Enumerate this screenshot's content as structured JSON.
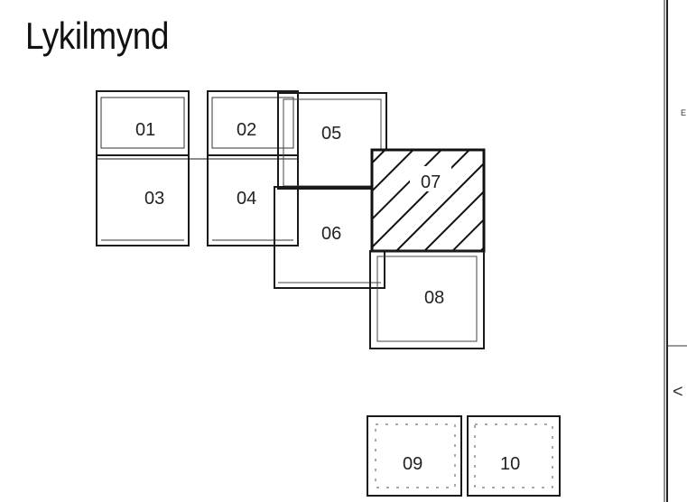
{
  "title": "Lykilmynd",
  "sheets": [
    {
      "id": "01",
      "highlighted": false
    },
    {
      "id": "02",
      "highlighted": false
    },
    {
      "id": "03",
      "highlighted": false
    },
    {
      "id": "04",
      "highlighted": false
    },
    {
      "id": "05",
      "highlighted": false
    },
    {
      "id": "06",
      "highlighted": false
    },
    {
      "id": "07",
      "highlighted": true
    },
    {
      "id": "08",
      "highlighted": false
    },
    {
      "id": "09",
      "highlighted": false
    },
    {
      "id": "10",
      "highlighted": false
    }
  ],
  "side_panel": {
    "small_text": "E",
    "arrow_glyph": "<"
  },
  "colors": {
    "line": "#1a1a1a",
    "hatch": "#111111",
    "background": "#ffffff"
  }
}
